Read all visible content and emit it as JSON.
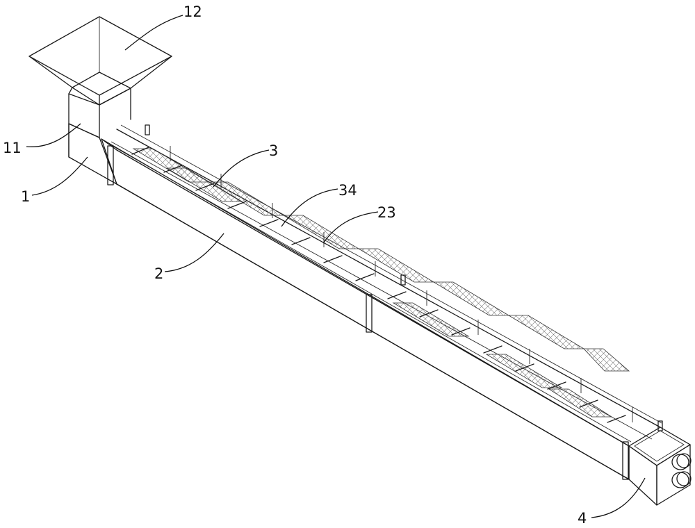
{
  "labels": {
    "hopper": "12",
    "feed_box": "11",
    "housing": "1",
    "screw": "3",
    "mesh": "34",
    "frame": "23",
    "trough": "2",
    "outlet": "4"
  }
}
